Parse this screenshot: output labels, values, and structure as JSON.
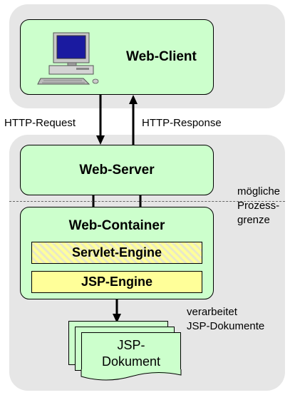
{
  "web_client": {
    "title": "Web-Client",
    "icon": "computer-icon"
  },
  "web_server": {
    "title": "Web-Server"
  },
  "web_container": {
    "title": "Web-Container",
    "servlet_engine": "Servlet-Engine",
    "jsp_engine": "JSP-Engine"
  },
  "arrows": {
    "request": "HTTP-Request",
    "response": "HTTP-Response"
  },
  "process_boundary": {
    "line1": "mögliche",
    "line2": "Prozess-",
    "line3": "grenze"
  },
  "processing": {
    "line1": "verarbeitet",
    "line2": "JSP-Dokumente"
  },
  "document": {
    "line1": "JSP-",
    "line2": "Dokument"
  },
  "colors": {
    "box_green": "#ccffcc",
    "engine_yellow": "#ffff99",
    "background_gray": "#e6e6e6"
  }
}
